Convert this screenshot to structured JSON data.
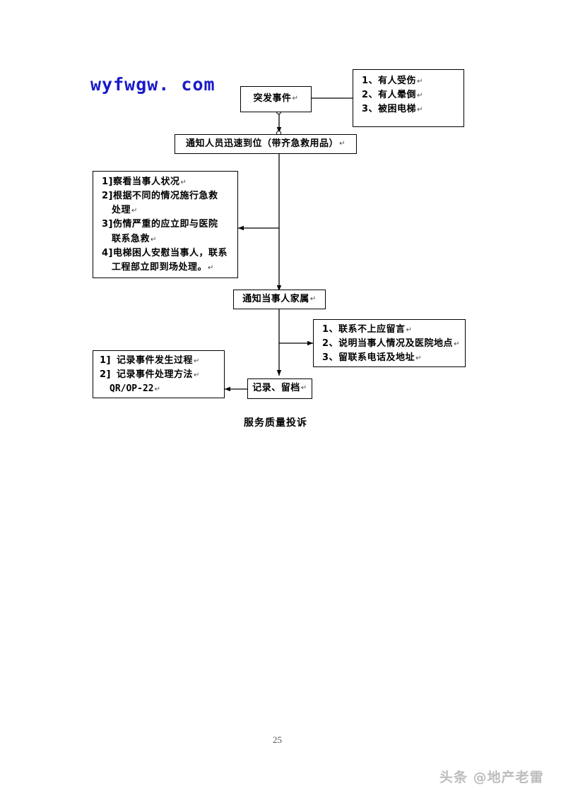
{
  "document": {
    "watermark_logo": "wyfwgw. com",
    "caption": "服务质量投诉",
    "page_number": "25",
    "footer_watermark": "头条 @地产老雷",
    "logo_color": "#1a1ac8"
  },
  "flowchart": {
    "type": "flowchart",
    "nodes": [
      {
        "id": "incident",
        "label": "突发事件",
        "pilcrow": "↵"
      },
      {
        "id": "incident_types",
        "items": [
          {
            "num": "1、",
            "text": "有人受伤",
            "pilcrow": "↵"
          },
          {
            "num": "2、",
            "text": "有人晕倒",
            "pilcrow": "↵"
          },
          {
            "num": "3、",
            "text": "被困电梯",
            "pilcrow": "↵"
          }
        ]
      },
      {
        "id": "notify_staff",
        "label": "通知人员迅速到位（带齐急救用品）",
        "pilcrow": "↵"
      },
      {
        "id": "first_aid_steps",
        "items": [
          {
            "num": "1]",
            "text": "察看当事人状况",
            "pilcrow": "↵"
          },
          {
            "num": "2]",
            "text": "根据不同的情况施行急救",
            "pilcrow": ""
          },
          {
            "num": "",
            "text": "处理",
            "pilcrow": "↵"
          },
          {
            "num": "3]",
            "text": "伤情严重的应立即与医院",
            "pilcrow": ""
          },
          {
            "num": "",
            "text": "联系急救",
            "pilcrow": "↵"
          },
          {
            "num": "4]",
            "text": "电梯困人安慰当事人，联系",
            "pilcrow": ""
          },
          {
            "num": "",
            "text": "工程部立即到场处理。",
            "pilcrow": "↵"
          }
        ]
      },
      {
        "id": "notify_family",
        "label": "通知当事人家属",
        "pilcrow": "↵"
      },
      {
        "id": "family_contact_notes",
        "items": [
          {
            "num": "1、",
            "text": "联系不上应留言",
            "pilcrow": "↵"
          },
          {
            "num": "2、",
            "text": "说明当事人情况及医院地点",
            "pilcrow": "↵"
          },
          {
            "num": "3、",
            "text": "留联系电话及地址",
            "pilcrow": "↵"
          }
        ]
      },
      {
        "id": "record_file",
        "label": "记录、留档",
        "pilcrow": "↵"
      },
      {
        "id": "record_steps",
        "items": [
          {
            "num": "1]",
            "text": "记录事件发生过程",
            "pilcrow": "↵"
          },
          {
            "num": "2]",
            "text": "记录事件处理方法",
            "pilcrow": "↵"
          },
          {
            "num": "",
            "text": "QR/OP-22",
            "pilcrow": "↵",
            "mono": true
          }
        ]
      }
    ],
    "edges": [
      {
        "from": "incident",
        "to": "incident_types",
        "arrow": false
      },
      {
        "from": "incident",
        "to": "notify_staff",
        "arrow": true
      },
      {
        "from": "notify_staff",
        "to": "first_aid_steps",
        "arrow": true
      },
      {
        "from": "notify_staff",
        "to": "notify_family",
        "arrow": true
      },
      {
        "from": "notify_family",
        "to": "family_contact_notes",
        "arrow": true
      },
      {
        "from": "notify_family",
        "to": "record_file",
        "arrow": true
      },
      {
        "from": "record_file",
        "to": "record_steps",
        "arrow": true
      }
    ]
  }
}
